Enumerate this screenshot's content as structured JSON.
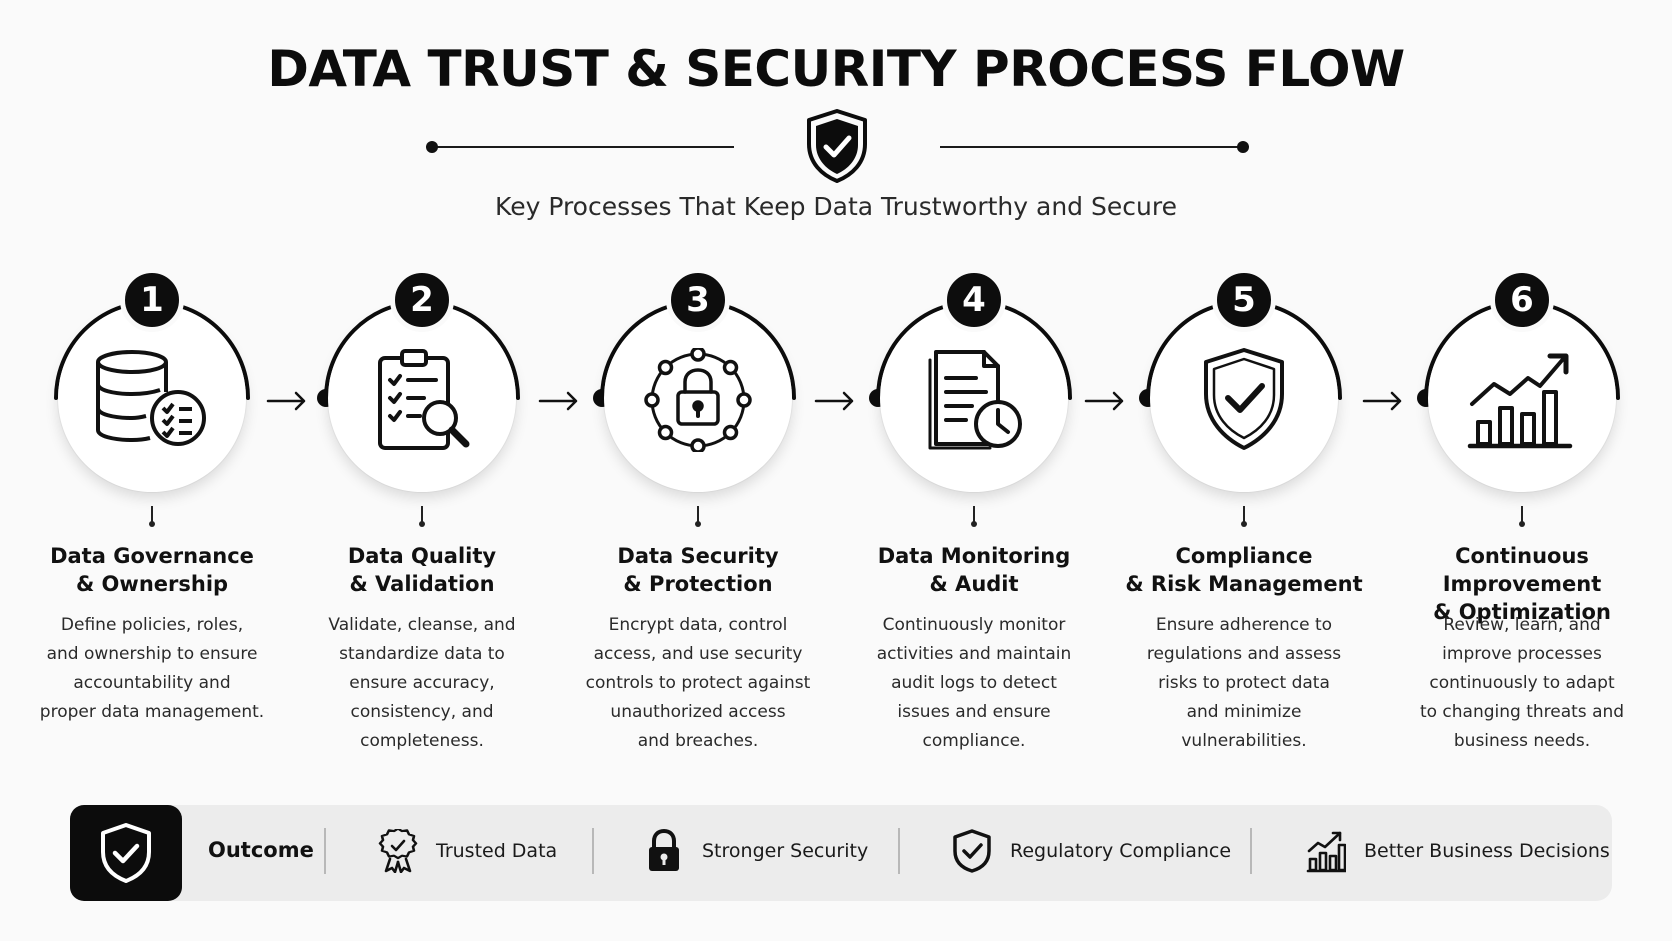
{
  "header": {
    "title": "DATA TRUST & SECURITY PROCESS FLOW",
    "subtitle": "Key Processes That Keep Data Trustworthy and Secure",
    "emblem_icon": "shield-check-icon"
  },
  "steps": [
    {
      "number": "1",
      "title_line1": "Data Governance",
      "title_line2": "& Ownership",
      "desc": [
        "Define policies, roles,",
        "and ownership to ensure",
        "accountability and",
        "proper data management."
      ],
      "icon": "database-checklist-icon"
    },
    {
      "number": "2",
      "title_line1": "Data Quality",
      "title_line2": "& Validation",
      "desc": [
        "Validate, cleanse, and",
        "standardize data to",
        "ensure accuracy,",
        "consistency, and",
        "completeness."
      ],
      "icon": "clipboard-magnifier-icon"
    },
    {
      "number": "3",
      "title_line1": "Data Security",
      "title_line2": "& Protection",
      "desc": [
        "Encrypt data, control",
        "access, and use security",
        "controls to protect against",
        "unauthorized access",
        "and breaches."
      ],
      "icon": "padlock-network-icon"
    },
    {
      "number": "4",
      "title_line1": "Data Monitoring",
      "title_line2": "& Audit",
      "desc": [
        "Continuously monitor",
        "activities and maintain",
        "audit logs to detect",
        "issues and ensure",
        "compliance."
      ],
      "icon": "document-clock-icon"
    },
    {
      "number": "5",
      "title_line1": "Compliance",
      "title_line2": "& Risk Management",
      "desc": [
        "Ensure adherence to",
        "regulations and assess",
        "risks to protect data",
        "and minimize",
        "vulnerabilities."
      ],
      "icon": "shield-check-icon"
    },
    {
      "number": "6",
      "title_line1": "Continuous Improvement",
      "title_line2": "& Optimization",
      "desc": [
        "Review, learn, and",
        "improve processes",
        "continuously to adapt",
        "to changing threats and",
        "business needs."
      ],
      "icon": "growth-chart-icon"
    }
  ],
  "outcome": {
    "label": "Outcome",
    "icon": "shield-check-icon",
    "items": [
      {
        "label": "Trusted Data",
        "icon": "award-ribbon-icon"
      },
      {
        "label": "Stronger Security",
        "icon": "padlock-icon"
      },
      {
        "label": "Regulatory Compliance",
        "icon": "shield-check-icon"
      },
      {
        "label": "Better Business Decisions",
        "icon": "bar-chart-icon"
      }
    ]
  },
  "colors": {
    "background": "#fafafa",
    "ink": "#111111",
    "outcome_bar": "#ececec"
  }
}
